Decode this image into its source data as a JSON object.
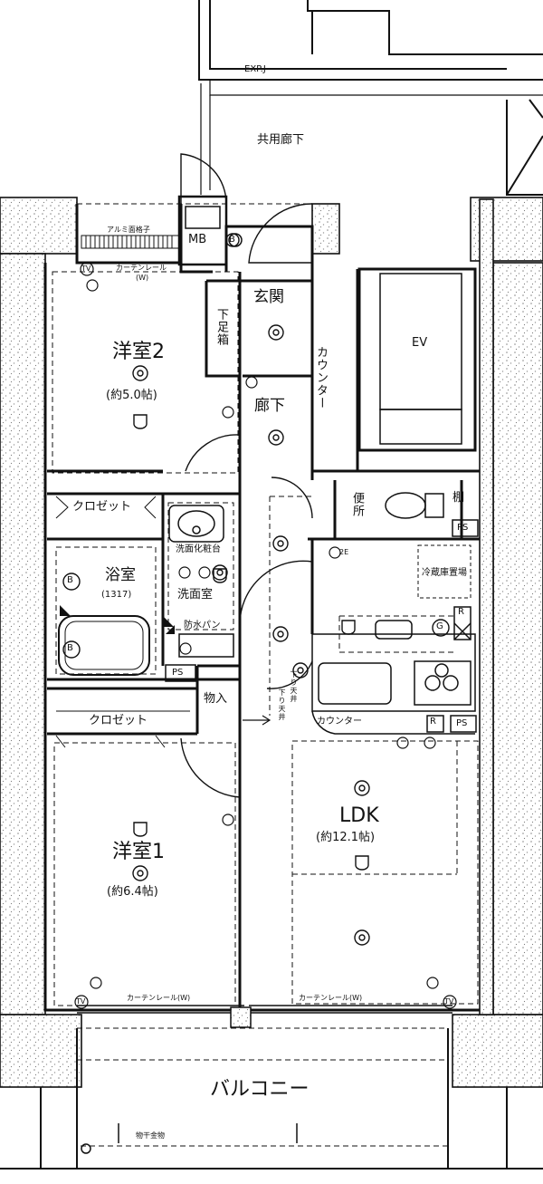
{
  "plan": {
    "exp_joint": "EXP.J",
    "common_corridor": "共用廊下",
    "aluminum_grille": "アルミ面格子",
    "curtain_rail_top": "カーテンレール",
    "curtain_rail_top_note": "(W)",
    "mb": "MB",
    "entrance": "玄関",
    "shoe_cabinet": "下足箱",
    "counter_vertical": "カウンター",
    "hallway": "廊下",
    "ev": "EV",
    "room2_name": "洋室2",
    "room2_size": "(約5.0帖)",
    "closet_upper": "クロゼット",
    "toilet": "便所",
    "shelf": "棚",
    "ps_toilet": "PS",
    "basin": "洗面化粧台",
    "washroom": "洗面室",
    "waterproof_pan": "防水パン",
    "bathroom": "浴室",
    "bath_size": "(1317)",
    "ps_bath": "PS",
    "fridge_area": "冷蔵庫置場",
    "storage": "物入",
    "lowered_ceiling_1": "下り天井",
    "lowered_ceiling_2": "下り天井",
    "closet_lower": "クロゼット",
    "counter_kitchen": "カウンター",
    "ps_kitchen": "PS",
    "ldk_name": "LDK",
    "ldk_size": "(約12.1帖)",
    "room1_name": "洋室1",
    "room1_size": "(約6.4帖)",
    "curtain_rail_r1": "カーテンレール(W)",
    "curtain_rail_ldk": "カーテンレール(W)",
    "balcony": "バルコニー",
    "laundry_hardware": "物干金物",
    "mark_b": "B",
    "mark_g": "G",
    "mark_r": "R",
    "mark_tv": "TV",
    "mark_2e": "2E"
  },
  "icons": {
    "ceiling_light": "ceiling-light-icon",
    "outlet": "outlet-icon",
    "tv_jack": "tv-jack-icon"
  },
  "colors": {
    "line": "#111111",
    "hatch": "#9a9a9a",
    "background": "#ffffff"
  }
}
